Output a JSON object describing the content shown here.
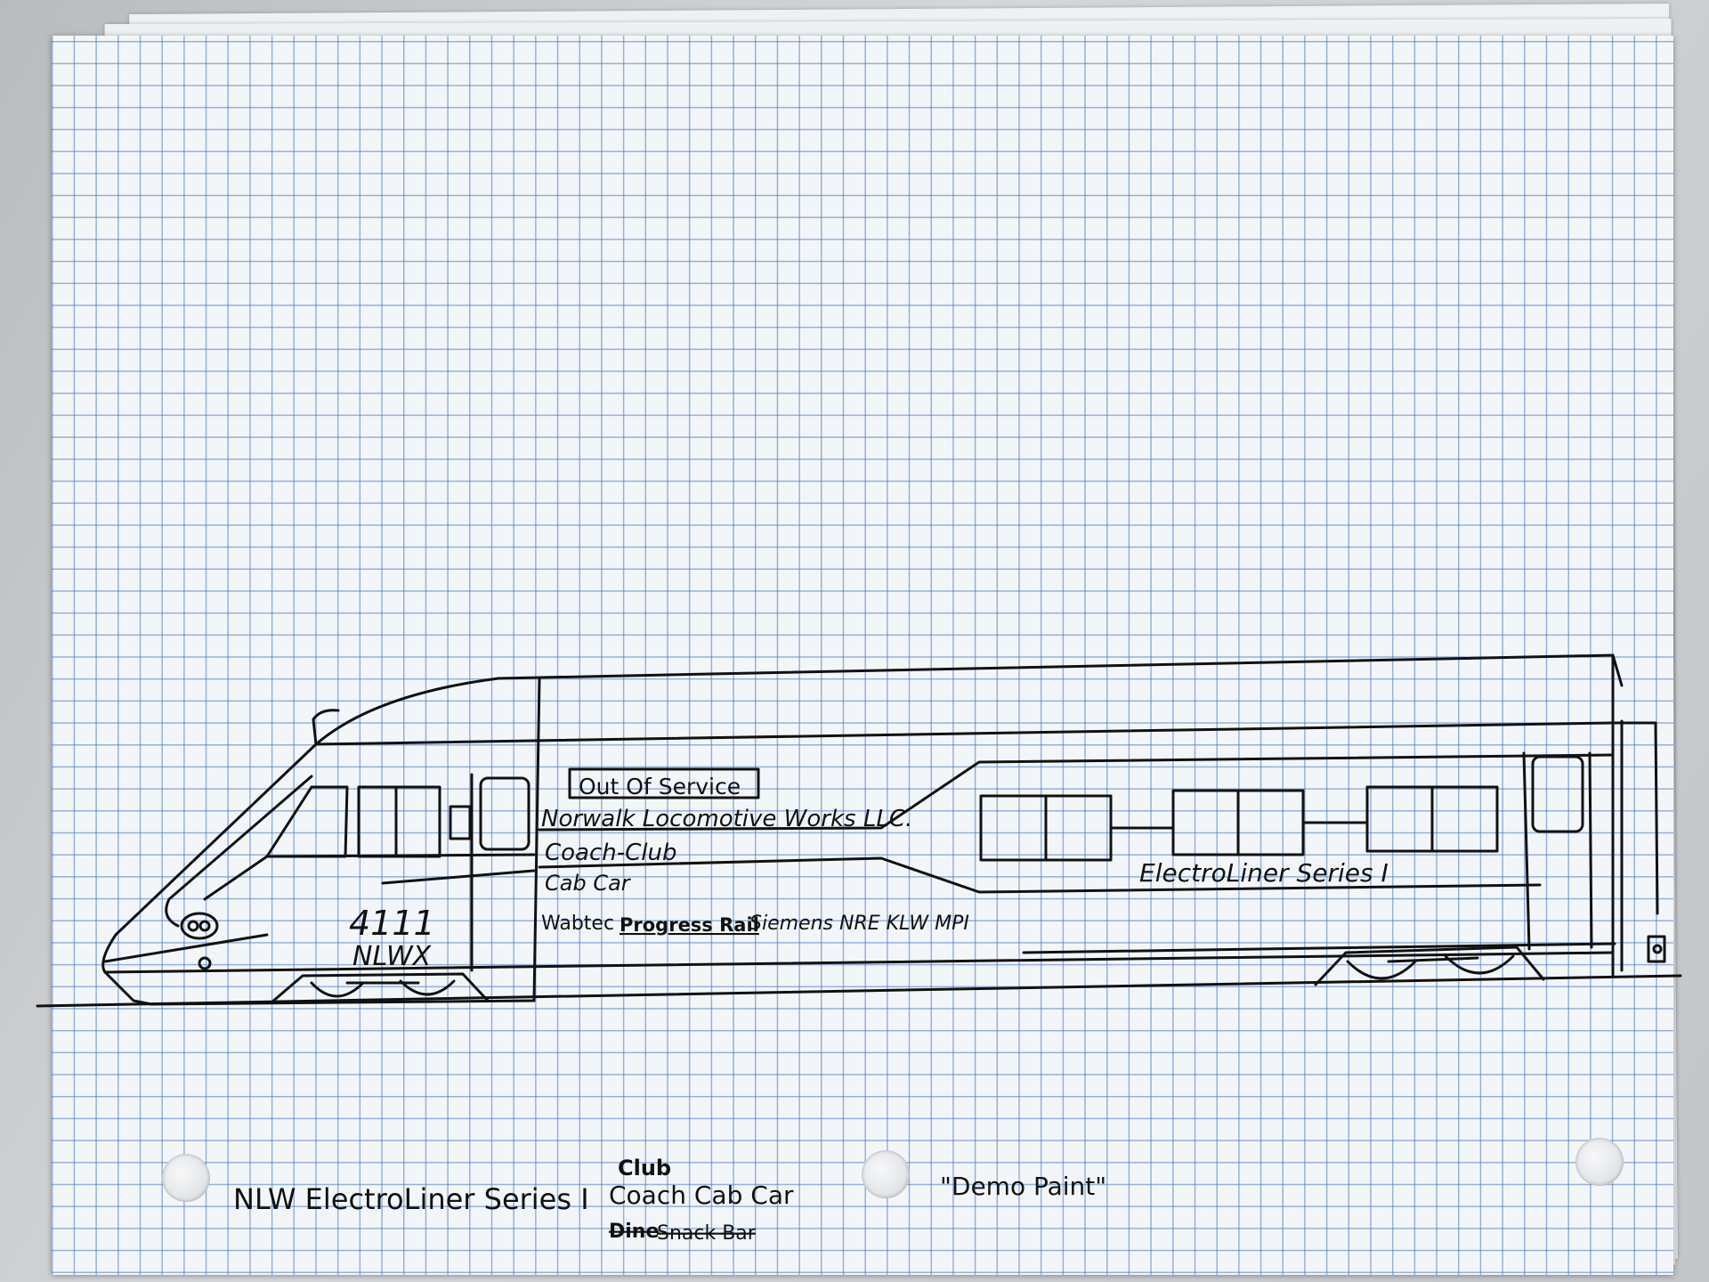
{
  "drawing": {
    "roof_sign": "Out Of Service",
    "company": "Norwalk Locomotive Works LLC.",
    "car_class": "Coach-Club",
    "car_type": "Cab Car",
    "builders": {
      "wabtec": "Wabtec",
      "progress_rail": "Progress Rail",
      "others": "Siemens NRE KLW MPI"
    },
    "unit_number": "4111",
    "reporting_mark": "NLWX",
    "series_logo": "ElectroLiner Series I"
  },
  "caption": {
    "title": "NLW ElectroLiner Series I",
    "club_label": "Club",
    "car_label": "Coach Cab Car",
    "struck_1": "Dine",
    "struck_2": "Snack Bar",
    "paint": "\"Demo Paint\""
  }
}
